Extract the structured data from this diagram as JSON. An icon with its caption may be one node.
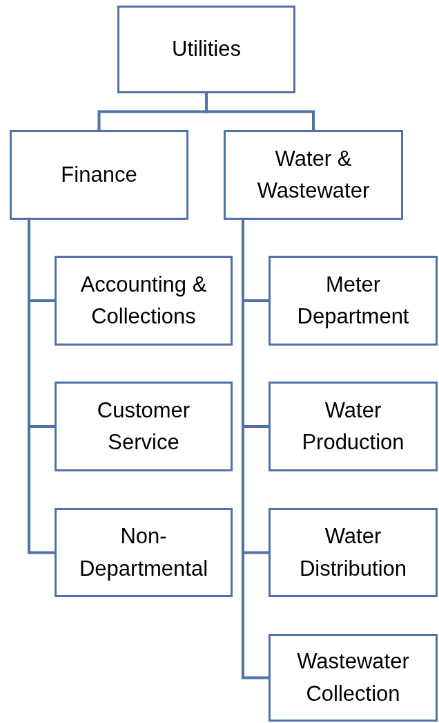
{
  "diagram": {
    "nodes": [
      {
        "text": [
          "Utilities"
        ]
      },
      {
        "text": [
          "Finance"
        ]
      },
      {
        "text": [
          "Water & Wastewater"
        ]
      },
      {
        "text": [
          "Accounting & Collections"
        ]
      },
      {
        "text": [
          "Customer Service"
        ]
      },
      {
        "text": [
          "Non-Departmental"
        ]
      },
      {
        "text": [
          "Meter Department"
        ]
      },
      {
        "text": [
          "Water Production"
        ]
      },
      {
        "text": [
          "Water Distribution"
        ]
      },
      {
        "text": [
          "Wastewater Collection"
        ]
      }
    ],
    "edges": [
      {
        "from": 0,
        "to": 1,
        "arrow": "none"
      },
      {
        "from": 0,
        "to": 2,
        "arrow": "none"
      },
      {
        "from": 1,
        "to": 3,
        "arrow": "none"
      },
      {
        "from": 1,
        "to": 4,
        "arrow": "none"
      },
      {
        "from": 1,
        "to": 5,
        "arrow": "none"
      },
      {
        "from": 2,
        "to": 6,
        "arrow": "none"
      },
      {
        "from": 2,
        "to": 7,
        "arrow": "none"
      },
      {
        "from": 2,
        "to": 8,
        "arrow": "none"
      },
      {
        "from": 2,
        "to": 9,
        "arrow": "none"
      }
    ]
  }
}
